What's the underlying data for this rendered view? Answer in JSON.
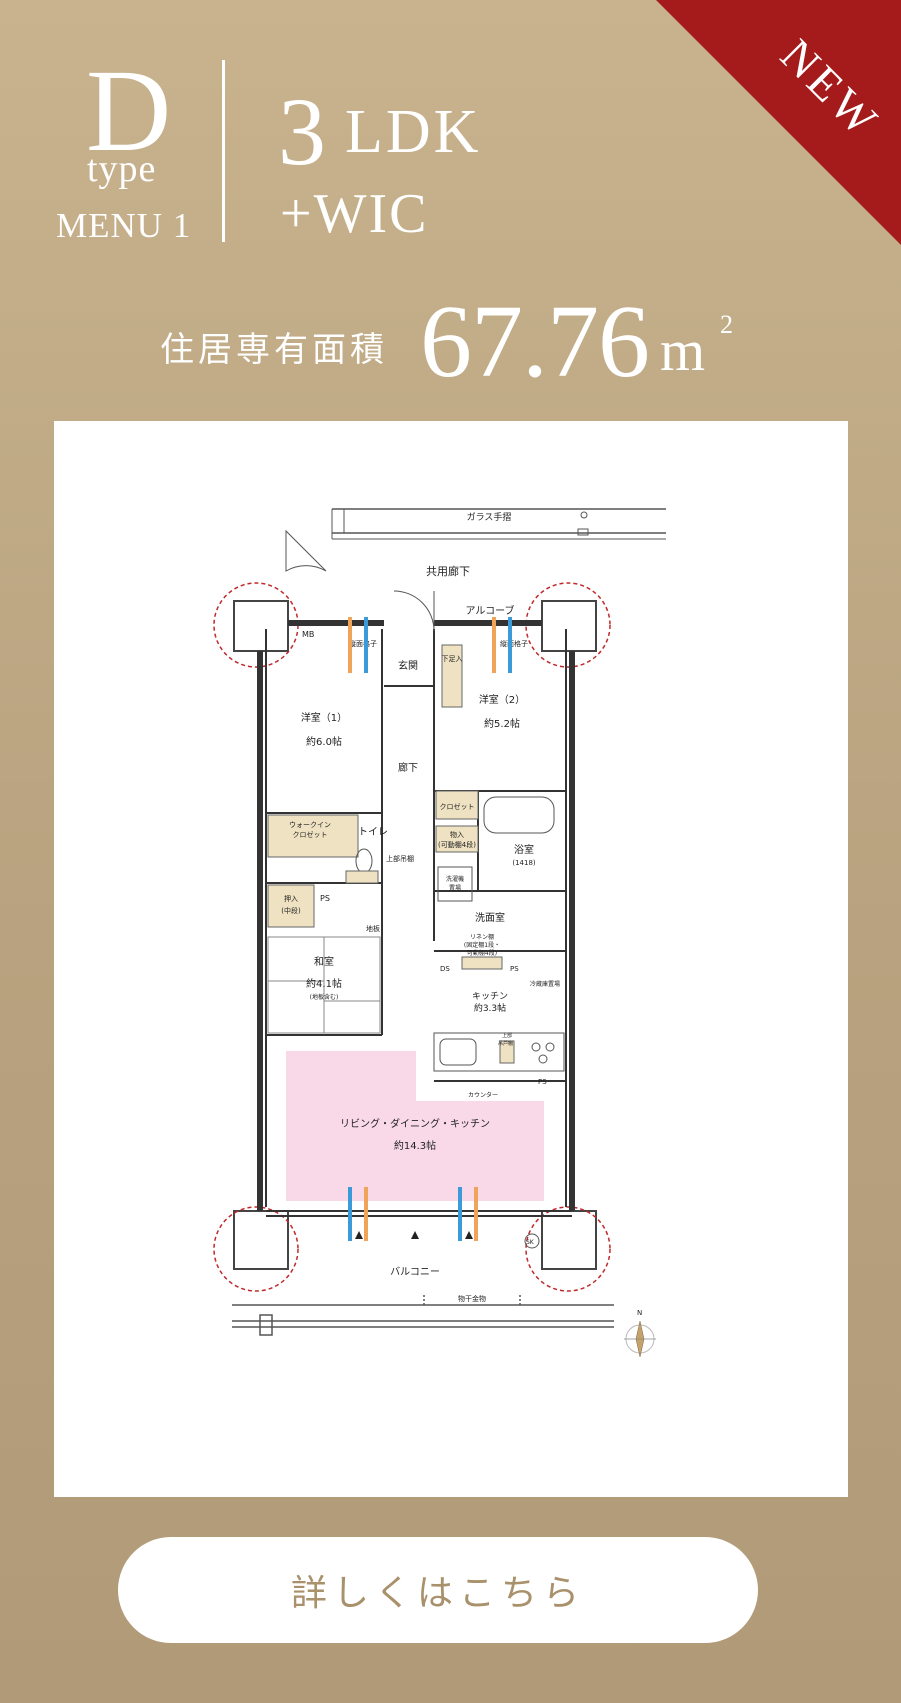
{
  "badge": "NEW",
  "unit": {
    "type_letter": "D",
    "type_word": "type",
    "menu": "MENU 1",
    "plan_number": "3",
    "plan_suffix": "LDK",
    "plan_extra": "+WIC"
  },
  "area": {
    "label": "住居専有面積",
    "value": "67.76",
    "unit": "m",
    "unit_sup": "2"
  },
  "floorplan": {
    "glass_rail": "ガラス手摺",
    "common_corridor": "共用廊下",
    "alcove": "アルコーブ",
    "mb": "MB",
    "grille_left": "縦面格子",
    "grille_right": "縦面格子",
    "entrance": "玄関",
    "shoe_box": "下足入",
    "room1_name": "洋室（1）",
    "room1_size": "約6.0帖",
    "room2_name": "洋室（2）",
    "room2_size": "約5.2帖",
    "hallway": "廊下",
    "closet": "クロゼット",
    "wic_line1": "ウォークイン",
    "wic_line2": "クロゼット",
    "toilet": "トイレ",
    "toilet_shelf": "上部吊棚",
    "storage_shelf_line1": "物入",
    "storage_shelf_line2": "(可動棚4段)",
    "bathroom_name": "浴室",
    "bathroom_size": "(1418)",
    "oshiire_line1": "押入",
    "oshiire_line2": "(中段)",
    "ps1": "PS",
    "laundry_line1": "洗濯機",
    "laundry_line2": "置場",
    "washroom": "洗面室",
    "linen_line1": "リネン棚",
    "linen_line2": "(固定棚1段・",
    "linen_line3": "可動棚4段)",
    "jibita": "地板",
    "ds": "DS",
    "ps2": "PS",
    "fridge": "冷蔵庫置場",
    "japanese_room_name": "和室",
    "japanese_room_size": "約4.1帖",
    "japanese_room_note": "(地板含む)",
    "kitchen_name": "キッチン",
    "kitchen_size": "約3.3帖",
    "upper_cabinet_line1": "上部",
    "upper_cabinet_line2": "吊戸棚",
    "ps3": "PS",
    "counter": "カウンター",
    "ldk_name": "リビング・ダイニング・キッチン",
    "ldk_size": "約14.3帖",
    "sk": "SK",
    "balcony": "バルコニー",
    "drying_hardware": "物干金物",
    "north": "N"
  },
  "cta_label": "詳しくはこちら",
  "colors": {
    "background": "#c8b38e",
    "ribbon": "#a51b1c",
    "ldk_highlight": "#f9d9e8",
    "storage_highlight": "#efe2c2",
    "vent_orange": "#f0a45a",
    "vent_blue": "#3b9ad8",
    "corner_circle": "#c0282a"
  }
}
